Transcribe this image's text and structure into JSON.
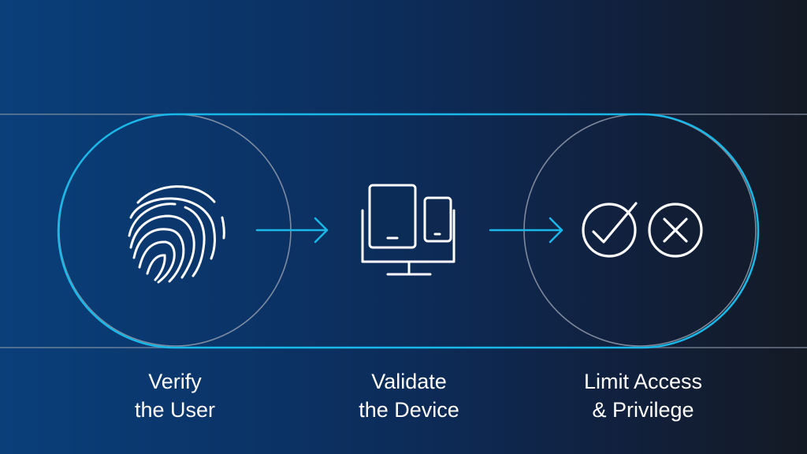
{
  "steps": [
    {
      "line1": "Verify",
      "line2": "the User",
      "icon": "fingerprint-icon"
    },
    {
      "line1": "Validate",
      "line2": "the Device",
      "icon": "devices-icon"
    },
    {
      "line1": "Limit Access",
      "line2": "& Privilege",
      "icon": "check-and-x-icons"
    }
  ],
  "colors": {
    "accent": "#19b8e8",
    "line": "#8c97a8",
    "icon": "#ffffff",
    "background_left": "#0a3f7a",
    "background_right": "#141a24"
  }
}
